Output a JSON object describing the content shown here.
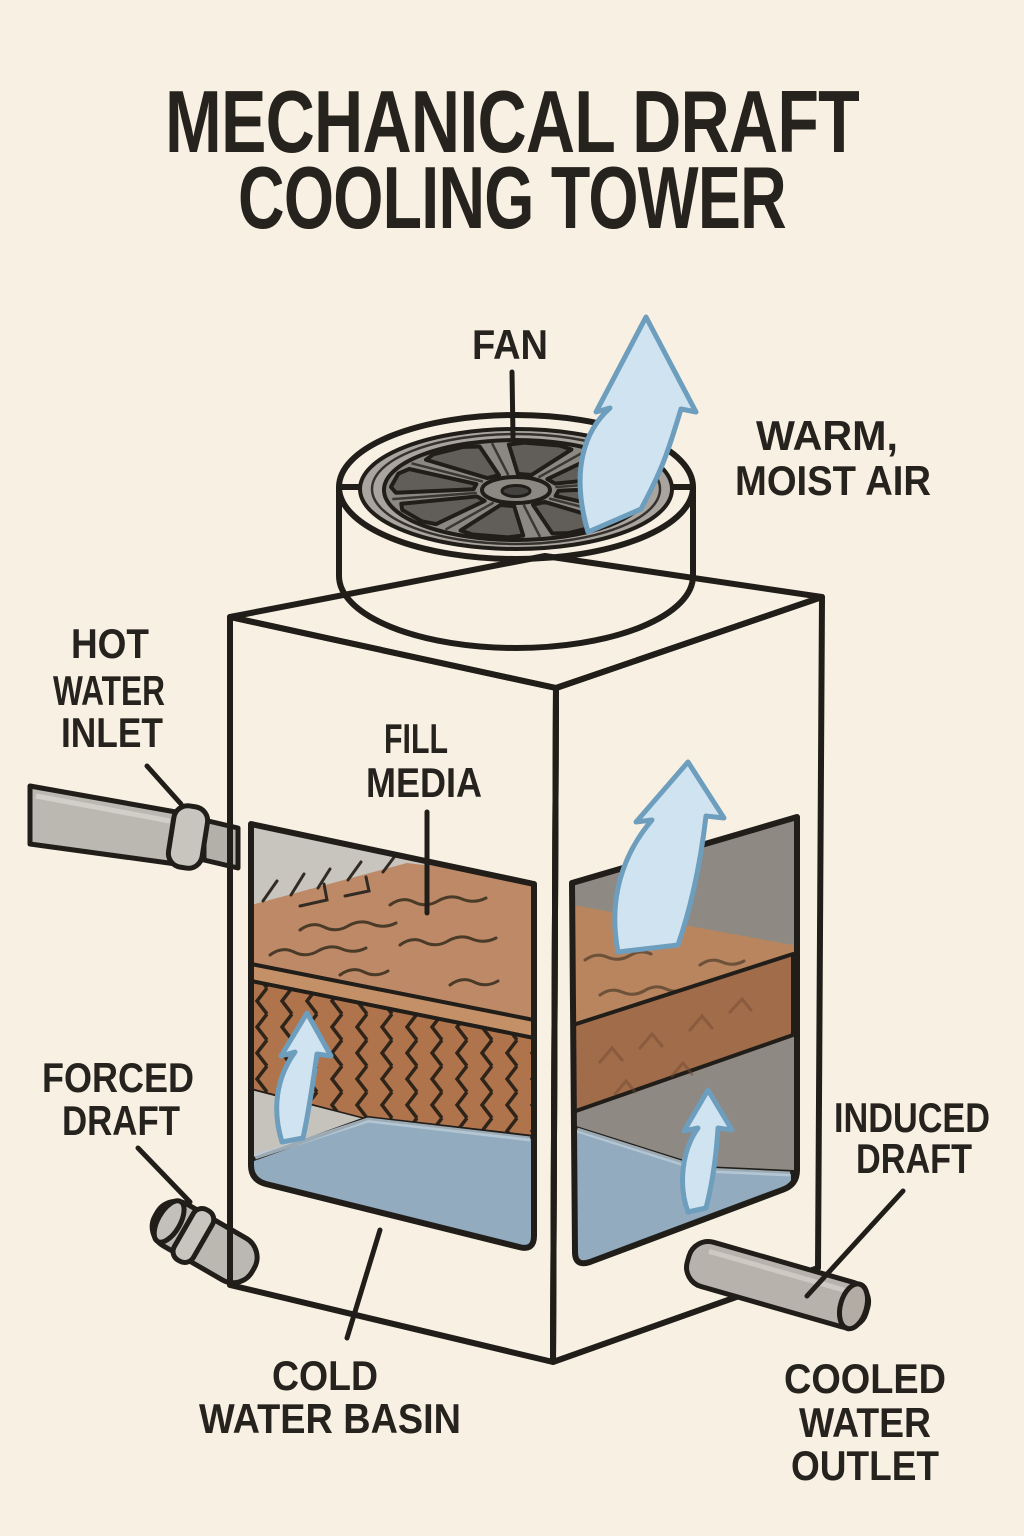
{
  "title": {
    "line1": "MECHANICAL DRAFT",
    "line2": "COOLING TOWER"
  },
  "labels": {
    "fan": "FAN",
    "warm_moist_air": [
      "WARM,",
      "MOIST AIR"
    ],
    "hot_water_inlet": [
      "HOT",
      "WATER",
      "INLET"
    ],
    "fill_media": [
      "FILL",
      "MEDIA"
    ],
    "forced_draft": [
      "FORCED",
      "DRAFT"
    ],
    "induced_draft": [
      "INDUCED",
      "DRAFT"
    ],
    "cold_water_basin": [
      "COLD",
      "WATER BASIN"
    ],
    "cooled_water_outlet": [
      "COOLED",
      "WATER",
      "OUTLET"
    ]
  },
  "colors": {
    "background": "#f8f1e3",
    "ink": "#211e1a",
    "water": "#92abbe",
    "arrow_fill": "#cfe3f0",
    "arrow_stroke": "#6e9ebd",
    "fill_media_top": "#bd8966",
    "fill_media_band": "#c49067",
    "fill_media_front": "#b0744c",
    "fill_media_top_right": "#b8855f",
    "fill_media_side": "#a06c49",
    "tower_face_light": "#ccc7c1",
    "tower_face_dark": "#aeaaa4",
    "fan_disc": "#8b8781",
    "pipe": "#bbb7b1"
  },
  "diagram": {
    "type": "mechanical-draft-cooling-tower-illustration",
    "parts": [
      "fan",
      "warm moist air outlet",
      "hot water inlet pipe",
      "fill media",
      "forced draft inlet",
      "induced draft",
      "cold water basin",
      "cooled water outlet pipe"
    ]
  }
}
